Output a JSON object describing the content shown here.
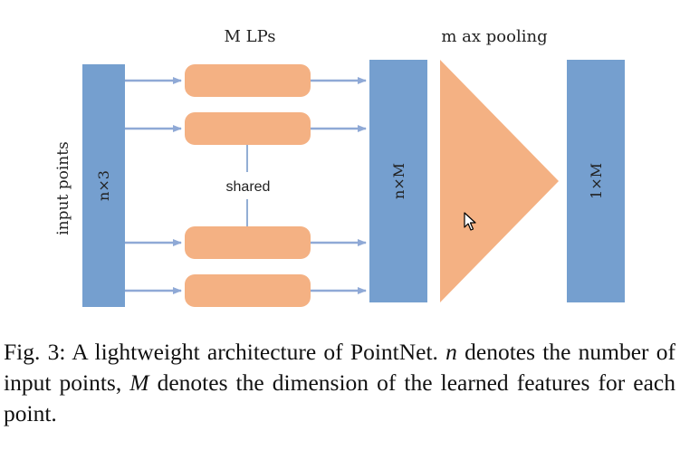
{
  "diagram": {
    "labels": {
      "mlps": "M LPs",
      "max_pooling": "m ax pooling",
      "input_points": "input points",
      "input_block": "n×3",
      "feature_block": "n×M",
      "output_block": "1×M",
      "shared": "shared"
    },
    "colors": {
      "block_blue": "#759fcf",
      "mlp_orange": "#f4b183",
      "arrow_blue": "#8fa9d6",
      "connector": "#6f93c6"
    },
    "icons": [
      "mouse-cursor-icon"
    ]
  },
  "caption": {
    "prefix": "Fig. 3: A lightweight architecture of PointNet. ",
    "var_n": "n",
    "mid1": " denotes the number of input points, ",
    "var_M": "M",
    "mid2": " denotes the dimension of the learned features for each point."
  }
}
